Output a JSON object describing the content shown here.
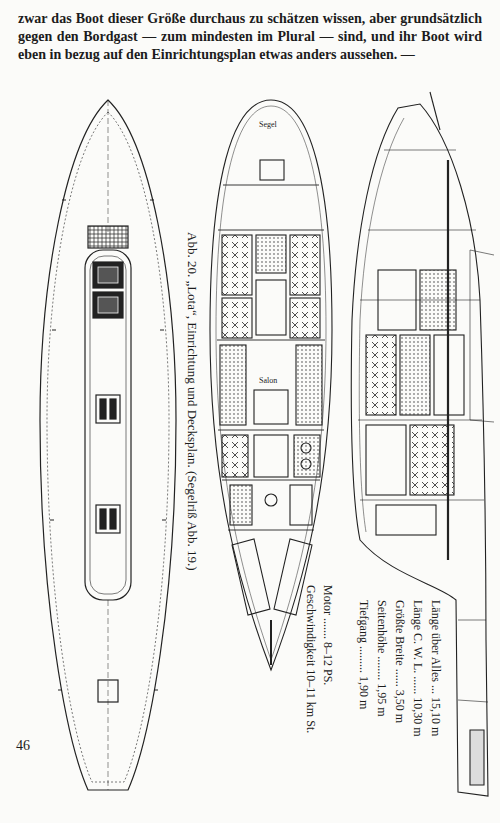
{
  "diagram": {
    "caption": "Abb. 20. „Lota“, Einrichtung und Decksplan. (Segelriß Abb. 19.)",
    "labels": [
      "zwar das Boot dieser Größe durchaus zu schätzen wissen, aber grundsätzlich gegen den Bordgast — zum mindesten im Plural — sind, und ihr Boot wird eben in bezug auf den Einrichtungsplan etwas anders aussehen. —",
      "Segel",
      "Salon",
      "Länge über Alles ... 15,10 m",
      "Länge C. W. L. ...... 10,30 m",
      "Größte Breite ...... 3,50 m",
      "Seitenhöhe ........ 1,95 m",
      "Tiefgang ......... 1,90 m",
      "Motor ....... 8–12 PS.",
      "Geschwindigkeit 10–11 km St.",
      "46"
    ]
  }
}
